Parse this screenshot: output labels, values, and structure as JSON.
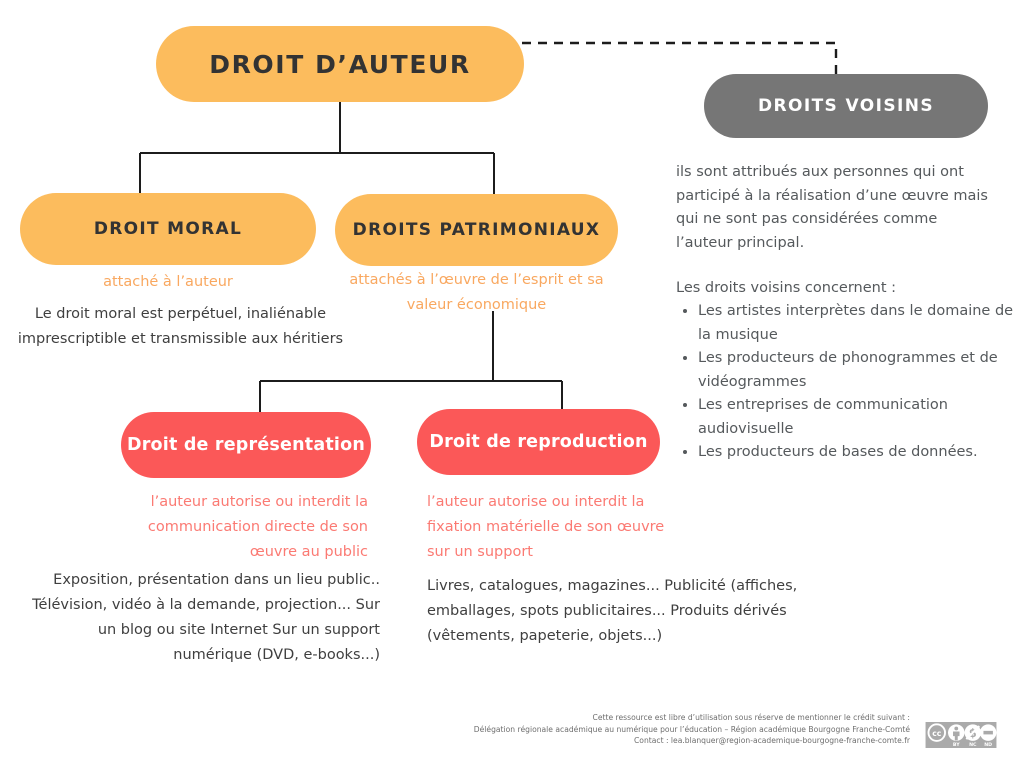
{
  "diagram": {
    "title": "DROIT D’AUTEUR",
    "colors": {
      "orange": "#fcbc5d",
      "orange_text": "#f9a860",
      "gray_box": "#767676",
      "red": "#fb5858",
      "red_text": "#fb7a73",
      "body_text": "#3f3f3f",
      "background": "#ffffff"
    },
    "nodes": {
      "root": {
        "label": "DROIT D’AUTEUR"
      },
      "droits_voisins": {
        "label": "DROITS VOISINS"
      },
      "droit_moral": {
        "label": "DROIT MORAL",
        "caption": "attaché à l’auteur",
        "description": "Le droit moral est perpétuel, inaliénable imprescriptible et transmissible aux héritiers"
      },
      "droits_patrimoniaux": {
        "label": "DROITS PATRIMONIAUX",
        "caption": "attachés à l’œuvre de l’esprit et sa valeur économique"
      },
      "droit_representation": {
        "label": "Droit de représentation",
        "caption": "l’auteur autorise ou interdit la communication directe de son œuvre au public",
        "examples": "Exposition, présentation dans un lieu public.. Télévision, vidéo à la demande, projection... Sur un blog ou site Internet Sur un support numérique (DVD, e-books...)"
      },
      "droit_reproduction": {
        "label": "Droit de reproduction",
        "caption": "l’auteur autorise ou interdit la fixation matérielle de son œuvre sur un support",
        "examples": "Livres, catalogues, magazines... Publicité (affiches, emballages, spots publicitaires... Produits dérivés (vêtements, papeterie, objets...)"
      }
    },
    "voisins_panel": {
      "intro": "ils sont attribués aux personnes qui ont participé à la réalisation d’une œuvre mais qui ne sont pas considérées comme l’auteur principal.",
      "list_heading": "Les droits voisins concernent :",
      "items": [
        "Les artistes interprètes dans le domaine de la musique",
        "Les producteurs de phonogrammes et de vidéogrammes",
        "Les entreprises de communication audiovisuelle",
        "Les producteurs de bases de données."
      ]
    },
    "footer": {
      "line1": "Cette ressource est libre d’utilisation sous réserve de mentionner le crédit suivant :",
      "line2": "Délégation régionale académique au numérique pour l’éducation – Région académique Bourgogne Franche-Comté",
      "line3": "Contact : lea.blanquer@region-academique-bourgogne-franche-comte.fr",
      "license": "CC BY NC ND",
      "license_marks": [
        "CC",
        "BY",
        "NC",
        "ND"
      ]
    }
  }
}
